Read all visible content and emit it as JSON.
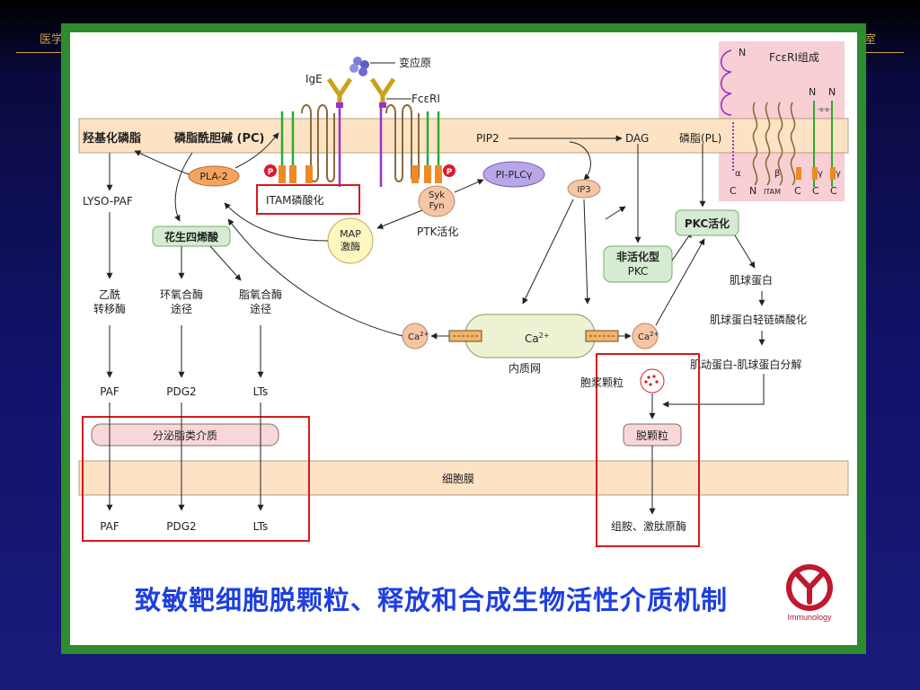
{
  "slide": {
    "header_left": "医学",
    "header_right": "室",
    "caption": "致敏靶细胞脱颗粒、释放和合成生物活性介质机制",
    "logo_text": "Immunology"
  },
  "diagram": {
    "top_bar": {
      "label_hydroxy": "羟基化磷脂",
      "label_pc": "磷脂酰胆碱 (PC)",
      "label_pip2": "PIP2",
      "label_dag": "DAG",
      "label_pl": "磷脂(PL)"
    },
    "receptor": {
      "ige": "IgE",
      "allergen": "变应原",
      "fceri": "FcεRI",
      "p_left": "P",
      "p_right": "P",
      "itam_box": "ITAM磷酸化"
    },
    "nodes": {
      "pla2": "PLA-2",
      "syk": "Syk",
      "fyn": "Fyn",
      "ptk": "PTK活化",
      "map1": "MAP",
      "map2": "激酶",
      "pi_plc": "PI-PLCγ",
      "ip3": "IP3",
      "inactive_pkc1": "非活化型",
      "inactive_pkc2": "PKC",
      "pkc_act": "PKC活化"
    },
    "left_pathway": {
      "lyso": "LYSO-PAF",
      "arachidonic": "花生四烯酸",
      "acetyl1": "乙酰",
      "acetyl2": "转移酶",
      "cox1": "环氧合酶",
      "cox2": "途径",
      "lox1": "脂氧合酶",
      "lox2": "途径",
      "paf": "PAF",
      "pdg2": "PDG2",
      "lts": "LTs",
      "secrete": "分泌脂类介质",
      "paf_out": "PAF",
      "pdg2_out": "PDG2",
      "lts_out": "LTs"
    },
    "er": {
      "ca_left": "Ca",
      "ca_mid": "Ca",
      "ca_right": "Ca",
      "sup": "2+",
      "er_label": "内质网"
    },
    "right_pathway": {
      "myosin": "肌球蛋白",
      "mlc": "肌球蛋白轻链磷酸化",
      "actomyosin": "肌动蛋白-肌球蛋白分解",
      "granule": "胞浆颗粒",
      "degran": "脱颗粒",
      "histamine": "组胺、激肽原酶"
    },
    "membrane": "细胞膜",
    "inset": {
      "title": "FcεRI组成",
      "n_top": "N",
      "n1": "N",
      "n2": "N",
      "alpha": "α",
      "beta": "β",
      "gamma1": "γ",
      "gamma2": "γ",
      "ss": "-s-s-",
      "c1": "C",
      "n_bottom": "N",
      "itam": "ITAM",
      "c2": "C",
      "c3": "C",
      "c4": "C"
    },
    "colors": {
      "membrane": "#fde3c4",
      "frame": "#2e8b2e",
      "highlight_box": "#d7191c",
      "pla2_fill": "#f4a460",
      "syk_fill": "#f5c6a5",
      "piplc_fill": "#b9a6e6",
      "map_fill": "#fff6c0",
      "er_fill": "#eef2d2",
      "inset_bg": "#f8cfd3",
      "caption": "#1e3fe0"
    }
  }
}
